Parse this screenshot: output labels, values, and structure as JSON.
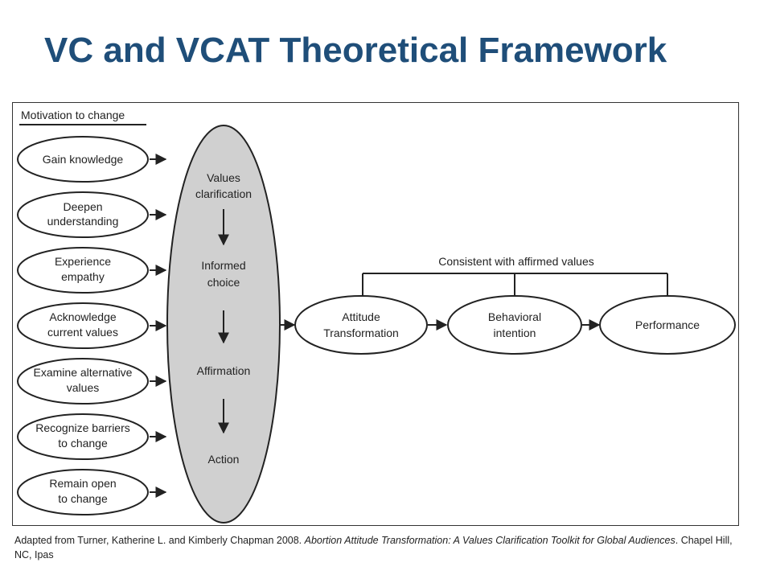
{
  "title": "VC and VCAT Theoretical Framework",
  "diagram": {
    "motivation_header": "Motivation to change",
    "motivations": [
      [
        "Gain knowledge"
      ],
      [
        "Deepen",
        "understanding"
      ],
      [
        "Experience",
        "empathy"
      ],
      [
        "Acknowledge",
        "current values"
      ],
      [
        "Examine alternative",
        "values"
      ],
      [
        "Recognize barriers",
        "to change"
      ],
      [
        "Remain open",
        "to change"
      ]
    ],
    "process": {
      "values_clarification": [
        "Values",
        "clarification"
      ],
      "informed_choice": [
        "Informed",
        "choice"
      ],
      "affirmation": "Affirmation",
      "action": "Action"
    },
    "consistency_label": "Consistent with affirmed values",
    "outcomes": {
      "attitude": [
        "Attitude",
        "Transformation"
      ],
      "behavioral": [
        "Behavioral",
        "intention"
      ],
      "performance": "Performance"
    }
  },
  "caption": {
    "prefix": "Adapted from Turner, Katherine L. and Kimberly Chapman 2008. ",
    "work_title": "Abortion Attitude Transformation: A Values Clarification Toolkit for Global Audiences",
    "suffix": ". Chapel Hill, NC, Ipas"
  },
  "colors": {
    "title": "#1f4e79",
    "central_ellipse_fill": "#d0d0d0",
    "line": "#222222"
  }
}
